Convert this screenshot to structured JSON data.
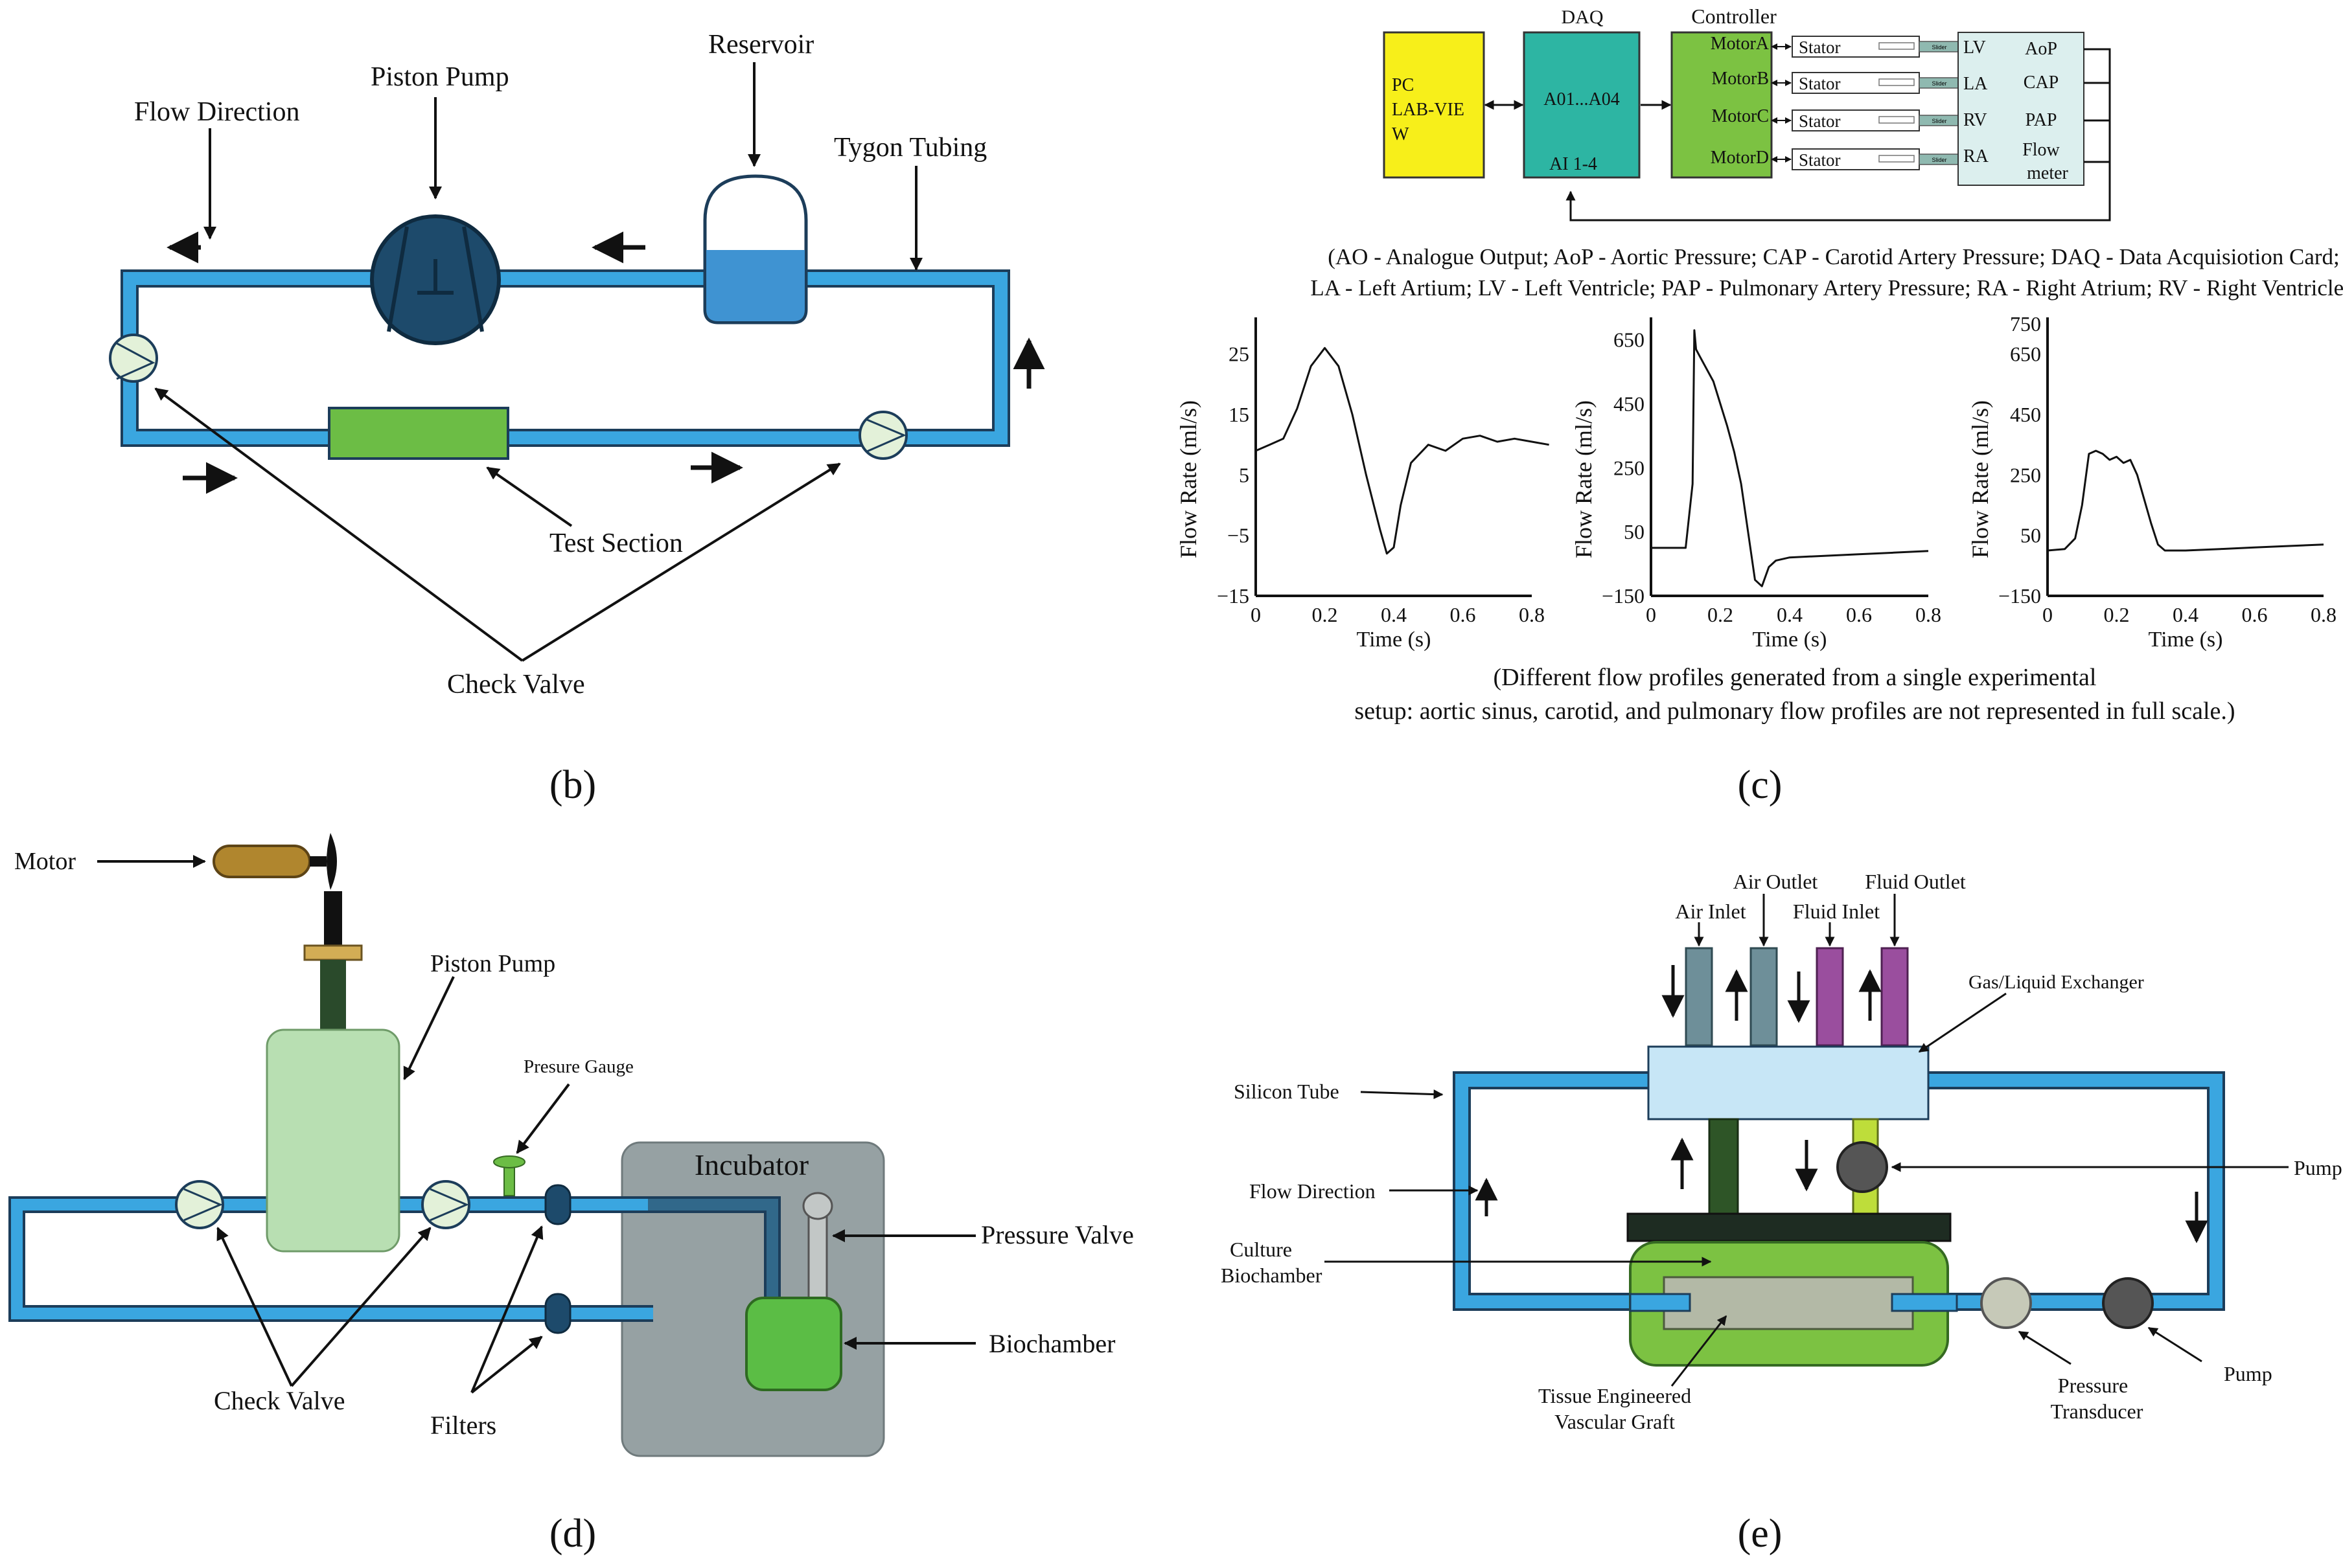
{
  "colors": {
    "tube_blue": "#3aa6e0",
    "tube_outline": "#1c3d5a",
    "pump_navy": "#1d4a6b",
    "reservoir_water": "#3f93d2",
    "test_section_green": "#6cbd45",
    "valve_fill": "#e3f1d9",
    "daq_teal": "#2db5a3",
    "pc_yellow": "#f7ef1a",
    "controller_green": "#7cc242",
    "incubator_grey": "#96a1a3",
    "biochamber_green": "#5bbd45",
    "piston_pale": "#b8dfb2",
    "motor_brown": "#b0862e",
    "exchanger_light": "#c7e6f6",
    "air_tube_grey": "#6e8f99",
    "fluid_tube_purple": "#9a4e9e",
    "dark_rod": "#2e5527",
    "chamber_green": "#7cc242",
    "graft_grey": "#b3b9a6"
  },
  "panel_b": {
    "panel_label": "(b)",
    "flow_direction": "Flow Direction",
    "piston_pump": "Piston Pump",
    "reservoir": "Reservoir",
    "tygon_tubing": "Tygon Tubing",
    "test_section": "Test Section",
    "check_valve": "Check Valve"
  },
  "panel_c": {
    "panel_label": "(c)",
    "daq_title": "DAQ",
    "controller_title": "Controller",
    "pc_line1": "PC",
    "pc_line2": "LAB-VIE",
    "pc_line3": "W",
    "daq_ao": "A01...A04",
    "daq_ai": "AI 1-4",
    "motors": [
      "MotorA",
      "MotorB",
      "MotorC",
      "MotorD"
    ],
    "stator": "Stator",
    "slider": "Slider",
    "chambers": [
      "LV",
      "LA",
      "RV",
      "RA"
    ],
    "outputs": [
      "AoP",
      "CAP",
      "PAP"
    ],
    "flow_meter_line1": "Flow",
    "flow_meter_line2": "meter",
    "abbrev_line1": "(AO - Analogue Output; AoP - Aortic Pressure; CAP - Carotid Artery Pressure; DAQ - Data Acquisiotion Card;",
    "abbrev_line2": "LA - Left Artium; LV - Left Ventricle; PAP - Pulmonary Artery Pressure; RA - Right Atrium; RV - Right Ventricle )",
    "caption_line1": "(Different flow profiles generated from a single experimental",
    "caption_line2": "setup: aortic sinus, carotid, and pulmonary flow profiles are not represented in full scale.)"
  },
  "chart_data": [
    {
      "type": "line",
      "xlabel": "Time (s)",
      "ylabel": "Flow Rate (ml/s)",
      "xlim": [
        0,
        0.8
      ],
      "ylim": [
        -15,
        30
      ],
      "x_ticks": [
        "0",
        "0.2",
        "0.4",
        "0.6",
        "0.8"
      ],
      "y_ticks": [
        "25",
        "15",
        "5",
        "−5",
        "−15"
      ],
      "series": [
        {
          "x": [
            0.0,
            0.04,
            0.08,
            0.12,
            0.16,
            0.2,
            0.24,
            0.28,
            0.32,
            0.36,
            0.38,
            0.4,
            0.42,
            0.45,
            0.5,
            0.55,
            0.6,
            0.65,
            0.7,
            0.75,
            0.8,
            0.85
          ],
          "y": [
            9,
            10,
            11,
            16,
            23,
            26,
            23,
            15,
            5,
            -4,
            -8,
            -7,
            0,
            7,
            10,
            9,
            11,
            11.5,
            10.5,
            11,
            10.5,
            10
          ]
        }
      ]
    },
    {
      "type": "line",
      "xlabel": "Time (s)",
      "ylabel": "Flow Rate (ml/s)",
      "xlim": [
        0,
        0.8
      ],
      "ylim": [
        -150,
        700
      ],
      "x_ticks": [
        "0",
        "0.2",
        "0.4",
        "0.6",
        "0.8"
      ],
      "y_ticks": [
        "650",
        "450",
        "250",
        "50",
        "−150"
      ],
      "series": [
        {
          "x": [
            0.0,
            0.08,
            0.1,
            0.12,
            0.125,
            0.13,
            0.14,
            0.16,
            0.18,
            0.2,
            0.22,
            0.24,
            0.26,
            0.28,
            0.3,
            0.32,
            0.34,
            0.36,
            0.4,
            0.5,
            0.6,
            0.7,
            0.8
          ],
          "y": [
            0,
            0,
            0,
            200,
            680,
            620,
            600,
            560,
            520,
            450,
            380,
            300,
            200,
            50,
            -100,
            -120,
            -60,
            -40,
            -30,
            -25,
            -20,
            -15,
            -10
          ]
        }
      ]
    },
    {
      "type": "line",
      "xlabel": "Time (s)",
      "ylabel": "Flow Rate (ml/s)",
      "xlim": [
        0,
        0.8
      ],
      "ylim": [
        -150,
        750
      ],
      "x_ticks": [
        "0",
        "0.2",
        "0.4",
        "0.6",
        "0.8"
      ],
      "y_ticks": [
        "750",
        "650",
        "450",
        "250",
        "50",
        "−150"
      ],
      "series": [
        {
          "x": [
            0.0,
            0.05,
            0.08,
            0.1,
            0.12,
            0.14,
            0.16,
            0.18,
            0.2,
            0.22,
            0.24,
            0.26,
            0.28,
            0.3,
            0.32,
            0.34,
            0.4,
            0.5,
            0.6,
            0.7,
            0.8
          ],
          "y": [
            0,
            5,
            40,
            150,
            320,
            330,
            320,
            300,
            310,
            290,
            300,
            250,
            170,
            90,
            20,
            0,
            0,
            5,
            10,
            15,
            20
          ]
        }
      ]
    }
  ],
  "panel_d": {
    "panel_label": "(d)",
    "motor": "Motor",
    "piston_pump": "Piston Pump",
    "pressure_gauge": "Presure Gauge",
    "incubator": "Incubator",
    "pressure_valve": "Pressure Valve",
    "biochamber": "Biochamber",
    "check_valve": "Check Valve",
    "filters": "Filters"
  },
  "panel_e": {
    "panel_label": "(e)",
    "air_outlet": "Air Outlet",
    "fluid_outlet": "Fluid Outlet",
    "air_inlet": "Air Inlet",
    "fluid_inlet": "Fluid Inlet",
    "gas_liquid_exchanger": "Gas/Liquid Exchanger",
    "silicon_tube": "Silicon Tube",
    "pump_top": "Pump",
    "flow_direction": "Flow Direction",
    "culture_line1": "Culture",
    "culture_line2": "Biochamber",
    "tissue_line1": "Tissue Engineered",
    "tissue_line2": "Vascular Graft",
    "pressure_line1": "Pressure",
    "pressure_line2": "Transducer",
    "pump_bottom": "Pump"
  }
}
